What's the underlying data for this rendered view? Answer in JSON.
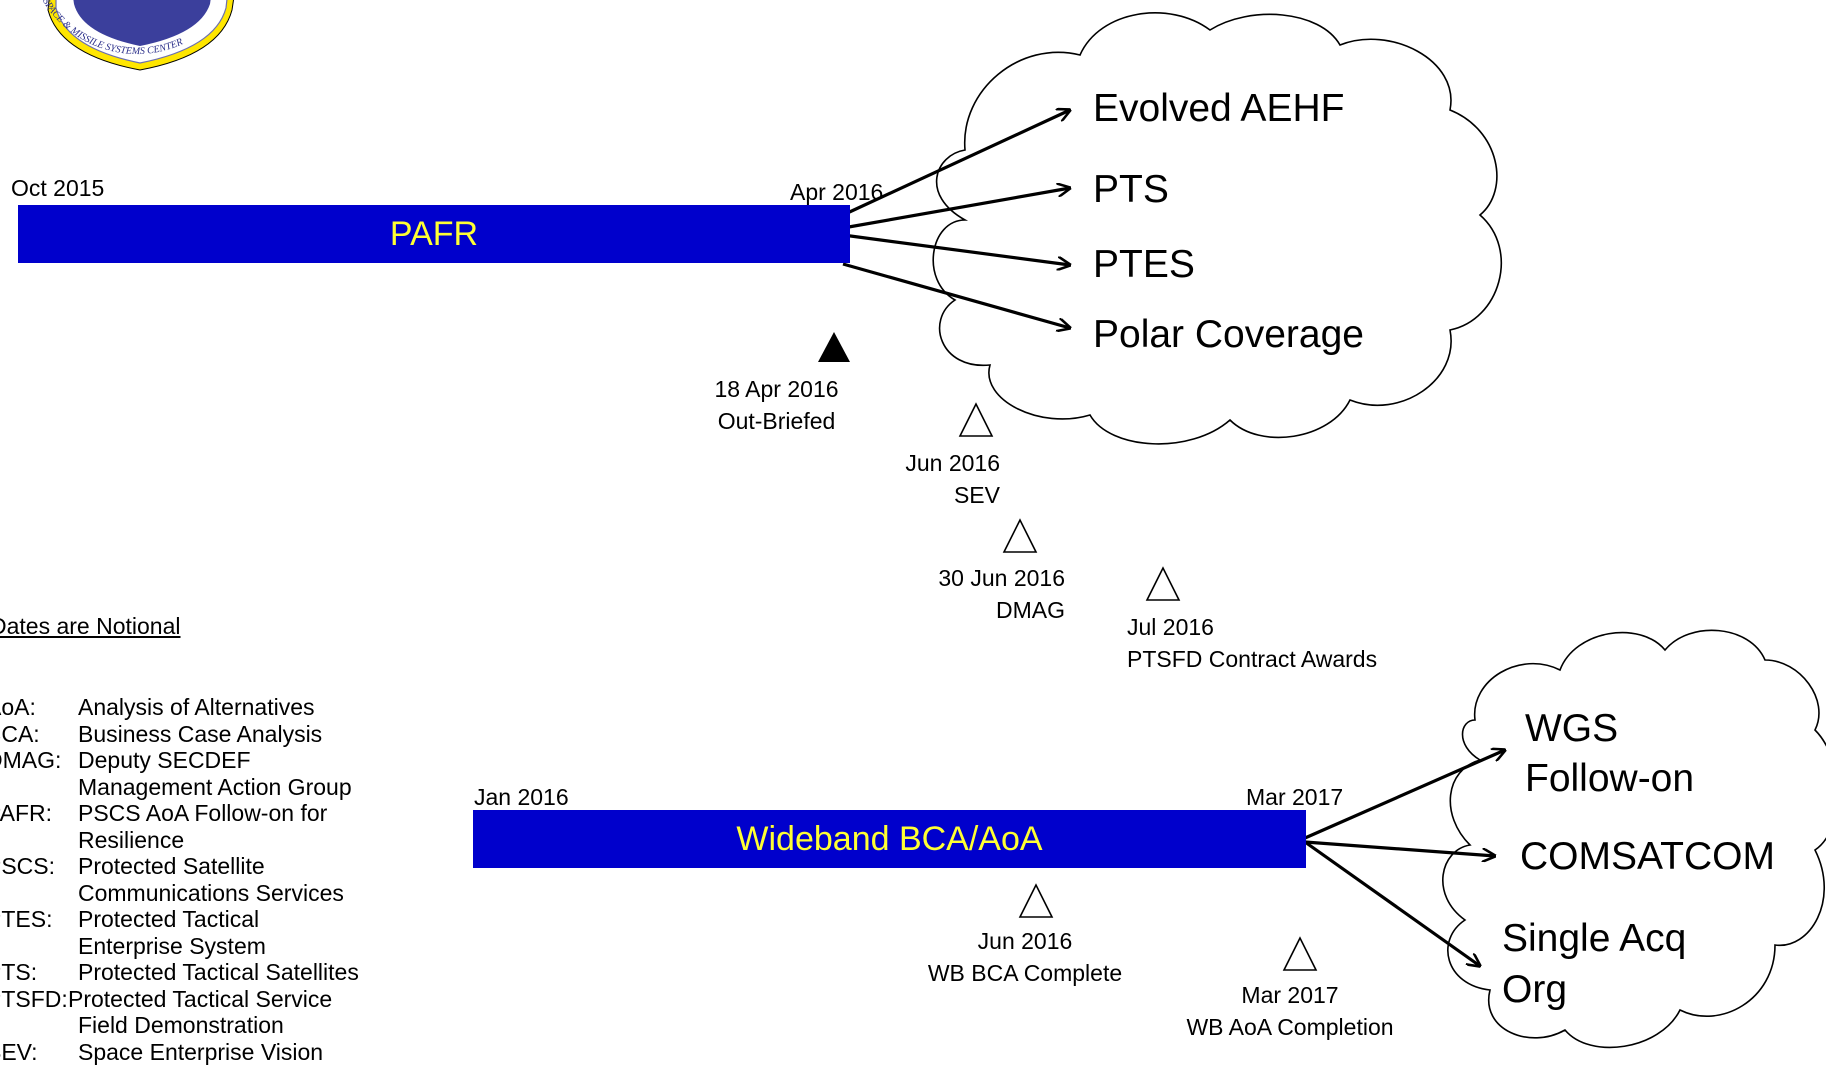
{
  "logo": {
    "ring_text": "SPACE & MISSILE SYSTEMS CENTER",
    "colors": {
      "shield": "#3b3f9c",
      "ring": "#ffffff",
      "trim": "#ffe600"
    }
  },
  "colors": {
    "bar_fill": "#0000CC",
    "bar_text": "#FFFF33",
    "lines": "#000000"
  },
  "timeline_top": {
    "start_label": "Oct 2015",
    "end_label": "Apr 2016",
    "bar_label": "PAFR",
    "outcomes": [
      "Evolved AEHF",
      "PTS",
      "PTES",
      "Polar Coverage"
    ],
    "milestones": [
      {
        "date": "18 Apr 2016",
        "event": "Out-Briefed",
        "marker": "filled-triangle"
      },
      {
        "date": "Jun 2016",
        "event": "SEV",
        "marker": "open-triangle"
      },
      {
        "date": "30 Jun 2016",
        "event": "DMAG",
        "marker": "open-triangle"
      },
      {
        "date": "Jul 2016",
        "event": "PTSFD Contract Awards",
        "marker": "open-triangle"
      }
    ]
  },
  "timeline_bottom": {
    "start_label": "Jan 2016",
    "end_label": "Mar 2017",
    "bar_label": "Wideband BCA/AoA",
    "outcomes": [
      "WGS",
      "Follow-on",
      "COMSATCOM",
      "Single Acq",
      "Org"
    ],
    "milestones": [
      {
        "date": "Jun 2016",
        "event": "WB BCA Complete",
        "marker": "open-triangle"
      },
      {
        "date": "Mar 2017",
        "event": "WB AoA Completion",
        "marker": "open-triangle"
      }
    ]
  },
  "note": "Dates are Notional",
  "legend": [
    {
      "abbr": "AoA:",
      "lines": [
        "Analysis of Alternatives"
      ]
    },
    {
      "abbr": "BCA:",
      "lines": [
        "Business Case Analysis"
      ]
    },
    {
      "abbr": "DMAG:",
      "lines": [
        "Deputy SECDEF",
        "Management Action Group"
      ]
    },
    {
      "abbr": "PAFR:",
      "lines": [
        "PSCS AoA Follow-on for",
        "Resilience"
      ]
    },
    {
      "abbr": "PSCS:",
      "lines": [
        "Protected Satellite",
        "Communications Services"
      ]
    },
    {
      "abbr": "PTES:",
      "lines": [
        "Protected Tactical",
        "Enterprise System"
      ]
    },
    {
      "abbr": "PTS:",
      "lines": [
        "Protected Tactical Satellites"
      ]
    },
    {
      "abbr": "PTSFD:",
      "lines": [
        "Protected Tactical Service",
        "Field Demonstration"
      ]
    },
    {
      "abbr": "SEV:",
      "lines": [
        "Space Enterprise Vision"
      ]
    }
  ]
}
